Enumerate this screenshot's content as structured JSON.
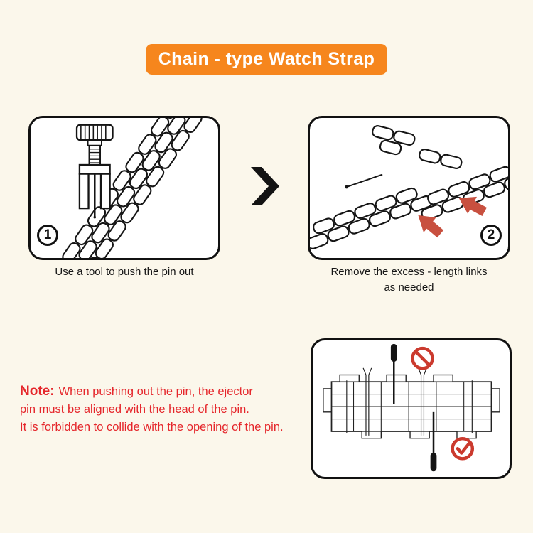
{
  "title": "Chain - type Watch Strap",
  "steps": [
    {
      "number": "1",
      "caption_lines": [
        "Use a tool to push the pin out"
      ]
    },
    {
      "number": "2",
      "caption_lines": [
        "Remove the excess - length links",
        "as needed"
      ]
    }
  ],
  "note": {
    "label": "Note:",
    "lines": [
      "When pushing out the pin, the ejector",
      "pin must be aligned with the head of the pin.",
      "It is forbidden to collide with the opening of the pin."
    ]
  },
  "colors": {
    "background": "#FBF7EB",
    "banner_orange": "#F6861D",
    "note_red": "#E5262B",
    "marker_red": "#C8503F",
    "line_black": "#151515"
  },
  "icons": {
    "between_steps": "chevron-right-icon",
    "step2_markers": "arrow-up-left-icon",
    "detail_top": "prohibited-icon",
    "detail_bottom": "checkmark-circle-icon"
  }
}
